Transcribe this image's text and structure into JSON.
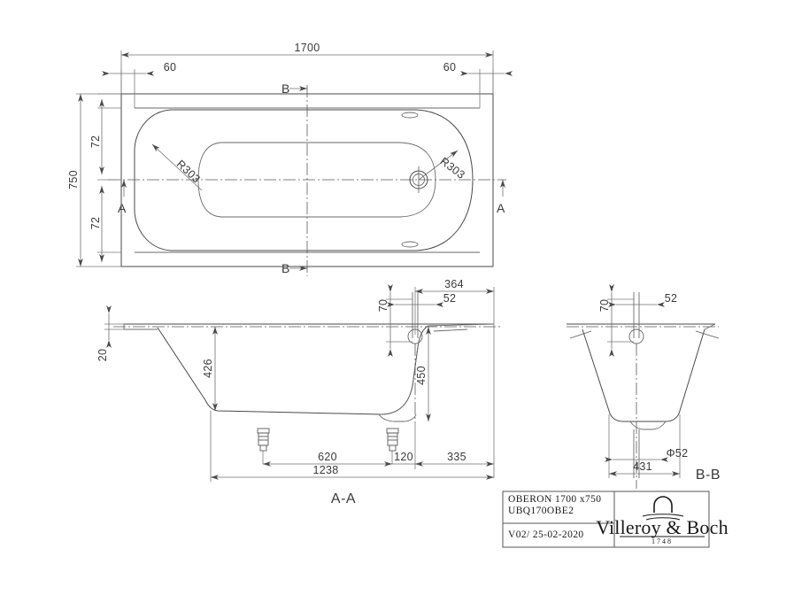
{
  "document": {
    "type": "technical-drawing",
    "subject": "bathtub",
    "views": [
      "plan",
      "section A-A",
      "section B-B"
    ]
  },
  "plan_view": {
    "dimensions": {
      "overall_length": "1700",
      "overall_width": "750",
      "rim_left": "60",
      "rim_right": "60",
      "edge_top": "72",
      "edge_bottom": "72",
      "radius_left": "R303",
      "radius_right": "R303"
    },
    "section_markers": {
      "b_top": "B",
      "b_bottom": "B",
      "a_left": "A",
      "a_right": "A"
    }
  },
  "section_aa": {
    "label": "A-A",
    "dimensions": {
      "rim_thickness": "20",
      "inner_depth": "426",
      "outer_height": "450",
      "overflow_offset": "70",
      "waste_centre": "52",
      "waste_from_end": "364",
      "foot_spacing": "620",
      "foot_to_waste": "120",
      "waste_to_end": "335",
      "foot_span": "1238"
    }
  },
  "section_bb": {
    "label": "B-B",
    "dimensions": {
      "overflow_offset": "70",
      "waste_centre": "52",
      "waste_diameter": "Φ52",
      "internal_width": "431"
    }
  },
  "title_block": {
    "product_name": "OBERON 1700 x750",
    "product_code": "UBQ170OBE2",
    "revision": "V02/ 25-02-2020",
    "brand": "Villeroy & Boch",
    "brand_year": "1748"
  },
  "colors": {
    "object_line": "#4a4a4a",
    "dimension_line": "#6f6f6f",
    "text": "#3a3a3a",
    "background": "#ffffff"
  }
}
